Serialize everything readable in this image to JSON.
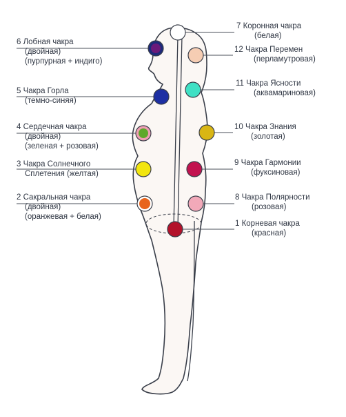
{
  "chakras": [
    {
      "id": "7",
      "lines": [
        "7   Коронная чакра",
        "(белая)"
      ],
      "side": "right",
      "color": "#ffffff"
    },
    {
      "id": "12",
      "lines": [
        "12 Чакра Перемен",
        "(перламутровая)"
      ],
      "side": "right",
      "color": "#f6cdb3"
    },
    {
      "id": "11",
      "lines": [
        "11 Чакра Ясности",
        "(аквамариновая)"
      ],
      "side": "right",
      "color": "#3fe0c4"
    },
    {
      "id": "10",
      "lines": [
        "10 Чакра Знания",
        "(золотая)"
      ],
      "side": "right",
      "color": "#d9b614"
    },
    {
      "id": "9",
      "lines": [
        "9   Чакра Гармонии",
        "(фуксиновая)"
      ],
      "side": "right",
      "color": "#c2134f"
    },
    {
      "id": "8",
      "lines": [
        "8   Чакра Полярности",
        "(розовая)"
      ],
      "side": "right",
      "color": "#f2a9b9"
    },
    {
      "id": "1",
      "lines": [
        "1   Корневая чакра",
        "(красная)"
      ],
      "side": "right",
      "color": "#b3122a"
    },
    {
      "id": "6",
      "lines": [
        "6 Лобная чакра",
        "(двойная)",
        "(пурпурная + индиго)"
      ],
      "side": "left",
      "color": "#6a1a7a",
      "color2": "#1d2a7a"
    },
    {
      "id": "5",
      "lines": [
        "5 Чакра Горла",
        "(темно-синяя)"
      ],
      "side": "left",
      "color": "#1d2fa3"
    },
    {
      "id": "4",
      "lines": [
        "4 Сердечная чакра",
        "(двойная)",
        "(зеленая + розовая)"
      ],
      "side": "left",
      "color": "#5fa82a",
      "color2": "#ef9fb4"
    },
    {
      "id": "3",
      "lines": [
        "3 Чакра Солнечного",
        "Сплетения (желтая)"
      ],
      "side": "left",
      "color": "#f2e60f"
    },
    {
      "id": "2",
      "lines": [
        "2 Сакральная чакра",
        "(двойная)",
        "(оранжевая + белая)"
      ],
      "side": "left",
      "color": "#e8641c",
      "color2": "#ffffff"
    }
  ]
}
